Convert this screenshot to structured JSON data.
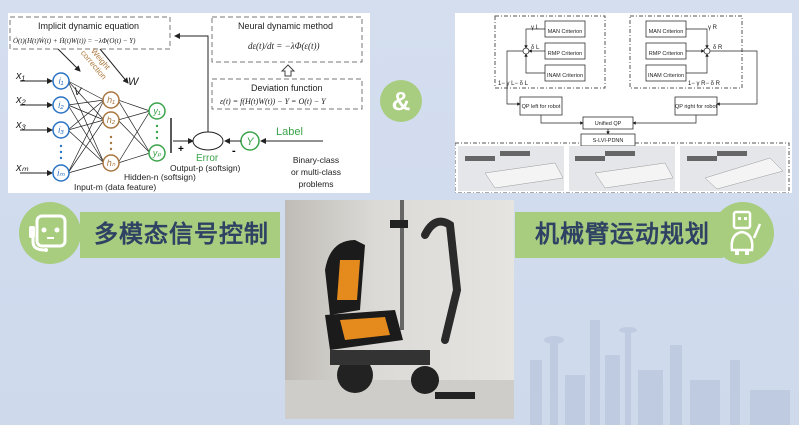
{
  "left_diagram": {
    "implicit_title": "Implicit dynamic equation",
    "implicit_eq": "Ȯ(t)(H(t)Ẇ(t) + Ḣ(t)W(t)) = −λΦ(O(t) − Y)",
    "neural_title": "Neural dynamic method",
    "neural_eq": "dε(t)/dt = −λΦ(ε(t))",
    "deviation_title": "Deviation function",
    "deviation_eq": "ε(t) = f(H(t)W(t)) − Y = O(t) − Y",
    "weight_correction": "Weight correction",
    "inputs": [
      "x₁",
      "x₂",
      "x₃",
      "xₘ"
    ],
    "input_nodes": [
      "i₁",
      "i₂",
      "i₃",
      "iₘ"
    ],
    "hidden_nodes": [
      "h₁",
      "h₂",
      "hₙ"
    ],
    "output_nodes": [
      "y₁",
      "yₚ"
    ],
    "v": "V",
    "w": "W",
    "y_label": "Y",
    "plus": "+",
    "minus": "-",
    "label": "Label",
    "error": "Error",
    "output_caption": "Output-p (softsign)",
    "hidden_caption": "Hidden-n (softsign)",
    "input_caption": "Input-m (data feature)",
    "problem_lines": [
      "Binary-class",
      "or multi-class",
      "problems"
    ]
  },
  "right_diagram": {
    "left_group": {
      "criteria": [
        "MAN Criterion",
        "RMP Criterion",
        "INAM Criterion"
      ],
      "weights": [
        "γ L",
        "δ L",
        "1− γ L− δ L"
      ]
    },
    "right_group": {
      "criteria": [
        "MAN Criterion",
        "RMP Criterion",
        "INAM Criterion"
      ],
      "weights": [
        "γ R",
        "δ R",
        "1− γ R− δ R"
      ]
    },
    "qp_left": "QP left for robot",
    "qp_right": "QP right for robot",
    "unified": "Unified QP",
    "solver": "S-LVI-PDNN"
  },
  "ampersand": "&",
  "banner_left": {
    "label": "多模态信号控制",
    "icon": "headset-face-icon"
  },
  "banner_right": {
    "label": "机械臂运动规划",
    "icon": "robot-icon"
  },
  "colors": {
    "background": "#d3deef",
    "green": "#a8cd7f",
    "text": "#2e4264",
    "blue_node": "#2a73c4",
    "brown_node": "#a9773f",
    "green_node": "#3aa34a"
  }
}
